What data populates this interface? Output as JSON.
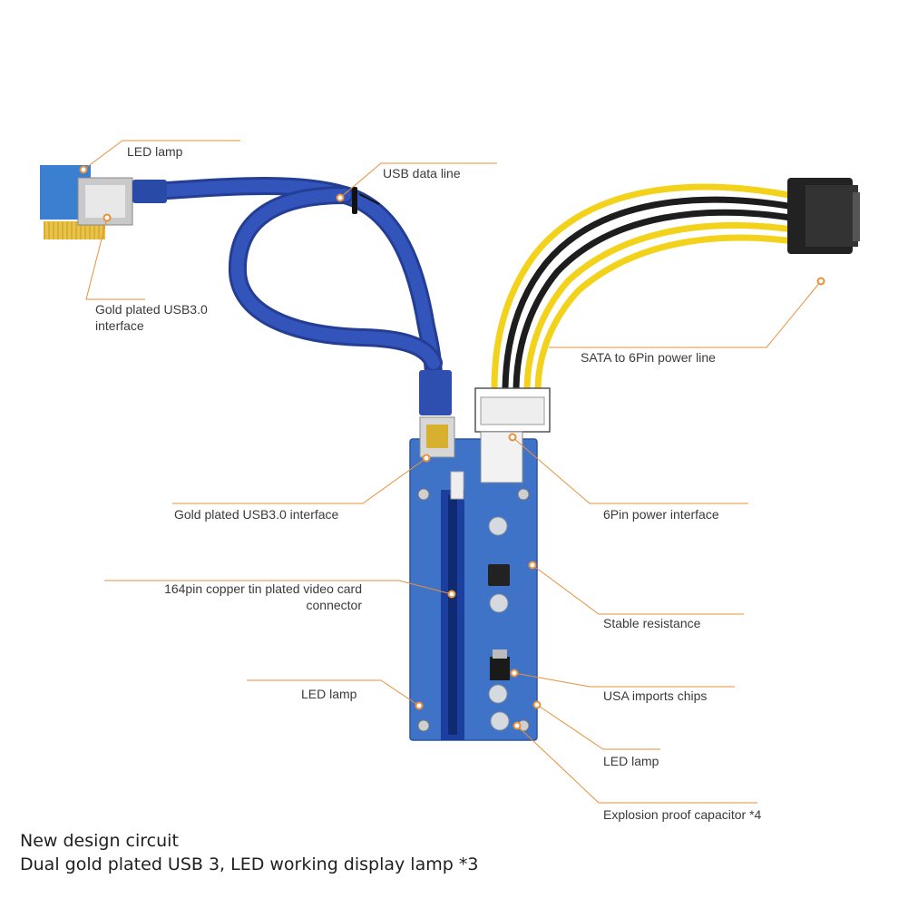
{
  "labels": {
    "led_lamp_top": "LED lamp",
    "usb_data_line": "USB data line",
    "gold_usb_left_line1": "Gold plated USB3.0",
    "gold_usb_left_line2": "interface",
    "sata_power": "SATA to 6Pin power line",
    "gold_usb_mid": "Gold plated USB3.0 interface",
    "pin6_power": "6Pin power interface",
    "connector_line1": "164pin copper tin plated video card",
    "connector_line2": "connector",
    "stable_resistance": "Stable resistance",
    "led_lamp_left": "LED lamp",
    "usa_chips": "USA imports chips",
    "led_lamp_right": "LED lamp",
    "capacitor": "Explosion proof capacitor *4"
  },
  "caption": {
    "line1": "New design circuit",
    "line2": "Dual gold plated USB 3, LED working display lamp *3"
  },
  "colors": {
    "callout": "#e8903a",
    "cable": "#2f4fb0",
    "pcb": "#3f73c8",
    "slot": "#1b3f9e",
    "gold": "#d8b030",
    "yellow_wire": "#f3d21c",
    "black_wire": "#1d1d1d",
    "sata": "#222222"
  }
}
